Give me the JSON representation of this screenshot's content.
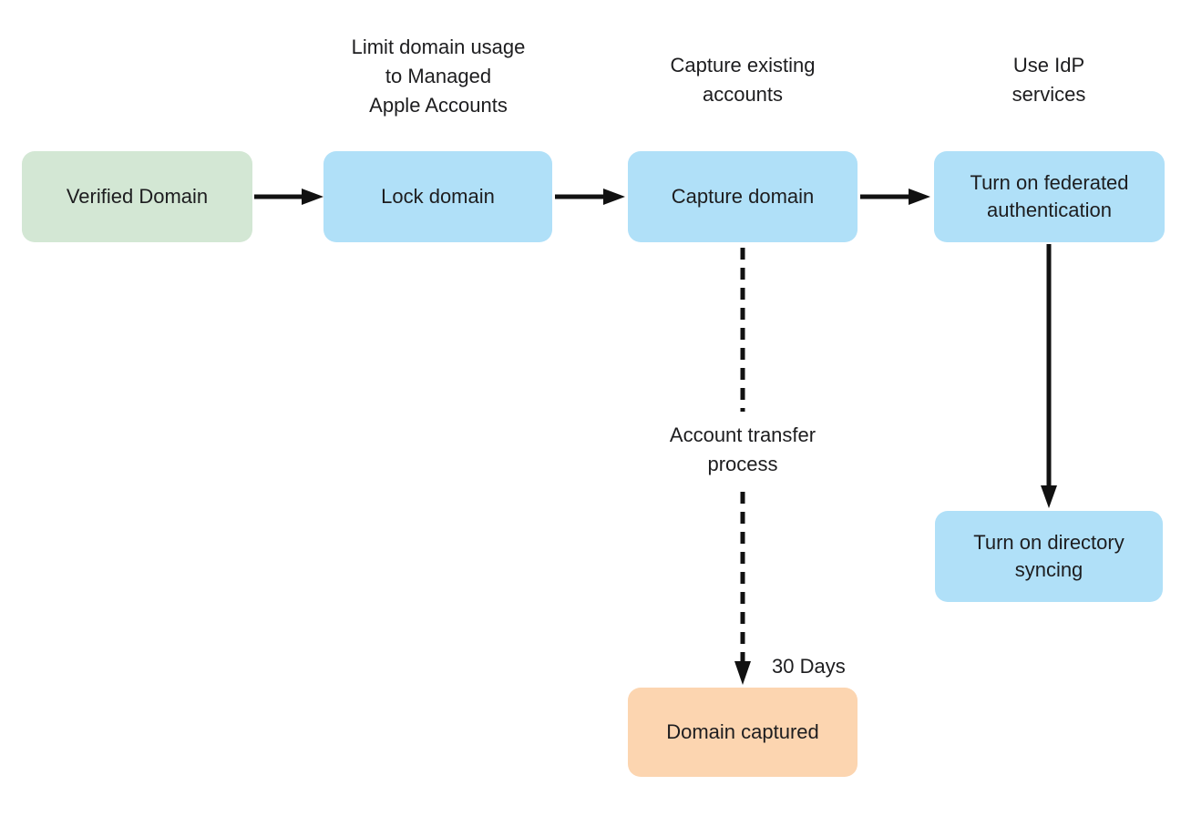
{
  "page": {
    "background": "#ffffff",
    "text_color": "#1d1d1f",
    "arrow_color": "#111111"
  },
  "colors": {
    "start_node": "#d3e7d4",
    "process_node": "#b0e0f8",
    "result_node": "#fcd5b0"
  },
  "nodes": {
    "verified_domain": {
      "label": "Verified Domain"
    },
    "lock_domain": {
      "label": "Lock domain"
    },
    "capture_domain": {
      "label": "Capture domain"
    },
    "federated_auth": {
      "label": "Turn on federated authentication"
    },
    "directory_syncing": {
      "label": "Turn on directory syncing"
    },
    "domain_captured": {
      "label": "Domain captured"
    }
  },
  "annotations": {
    "limit_usage": {
      "lines": [
        "Limit domain usage",
        "to Managed",
        "Apple Accounts"
      ]
    },
    "capture_existing": {
      "lines": [
        "Capture existing",
        "accounts"
      ]
    },
    "use_idp": {
      "lines": [
        "Use IdP",
        "services"
      ]
    },
    "account_transfer": {
      "lines": [
        "Account transfer",
        "process"
      ]
    },
    "thirty_days": {
      "label": "30 Days"
    }
  }
}
